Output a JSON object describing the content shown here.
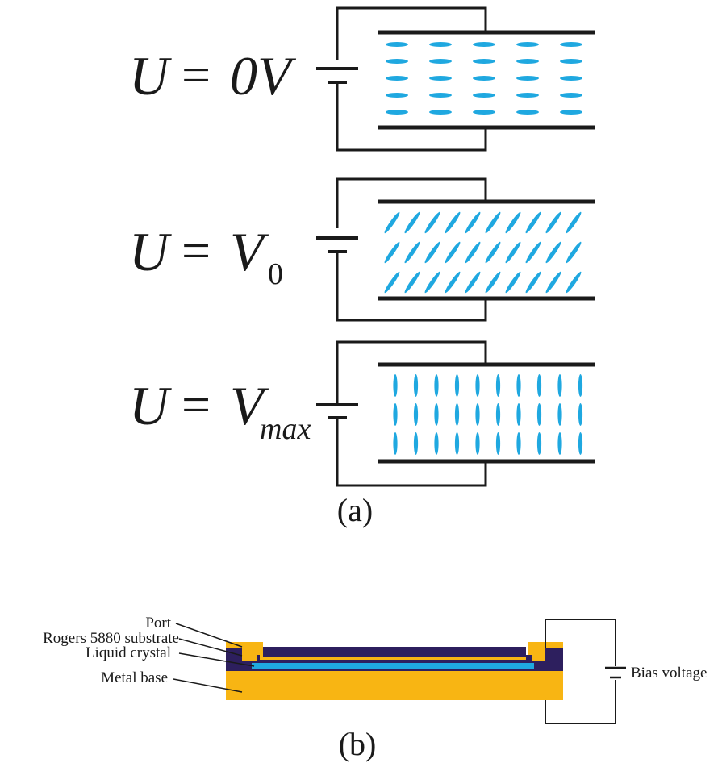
{
  "panel_a": {
    "caption": "(a)",
    "states": [
      {
        "var": "U",
        "eq": "=",
        "val": "0V",
        "sub": ""
      },
      {
        "var": "U",
        "eq": "=",
        "val": "V",
        "sub": "0"
      },
      {
        "var": "U",
        "eq": "=",
        "val": "V",
        "sub": "max"
      }
    ]
  },
  "panel_b": {
    "caption": "(b)",
    "labels": {
      "port": "Port",
      "substrate": "Rogers 5880 substrate",
      "liquid_crystal": "Liquid crystal",
      "metal_base": "Metal base",
      "bias": "Bias voltage"
    }
  },
  "colors": {
    "molecule": "#1fa8e0",
    "metal": "#f8b513",
    "substrate": "#2d1f5e",
    "liquid_crystal": "#1fa8e0",
    "line": "#1a1a1a"
  }
}
